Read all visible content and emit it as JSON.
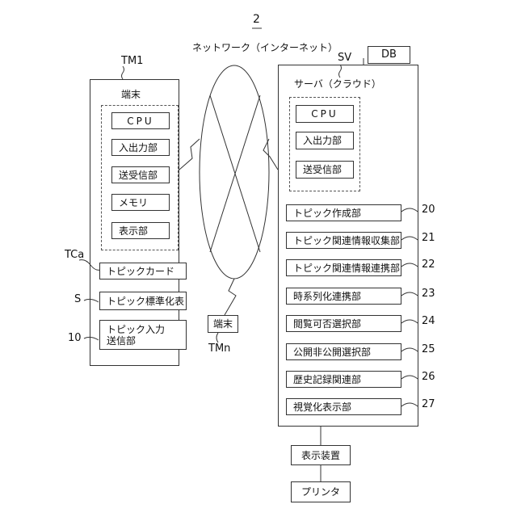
{
  "figure_number": "2",
  "network_label": "ネットワーク（インターネット）",
  "terminal1": {
    "ref": "TM1",
    "title": "端末",
    "components": [
      "CPU",
      "入出力部",
      "送受信部",
      "メモリ",
      "表示部"
    ],
    "topic_card": {
      "ref": "TCa",
      "label": "トピックカード"
    },
    "standard_table": {
      "ref": "S",
      "label": "トピック標準化表"
    },
    "input_unit": {
      "ref": "10",
      "label_line1": "トピック入力",
      "label_line2": "送信部"
    }
  },
  "terminal_n": {
    "ref": "TMn",
    "label": "端末"
  },
  "server": {
    "ref": "SV",
    "db_label": "DB",
    "title": "サーバ（クラウド）",
    "components": [
      "CPU",
      "入出力部",
      "送受信部"
    ],
    "units": [
      {
        "ref": "20",
        "label": "トピック作成部"
      },
      {
        "ref": "21",
        "label": "トピック関連情報収集部"
      },
      {
        "ref": "22",
        "label": "トピック関連情報連携部"
      },
      {
        "ref": "23",
        "label": "時系列化連携部"
      },
      {
        "ref": "24",
        "label": "閲覧可否選択部"
      },
      {
        "ref": "25",
        "label": "公開非公開選択部"
      },
      {
        "ref": "26",
        "label": "歴史記録関連部"
      },
      {
        "ref": "27",
        "label": "視覚化表示部"
      }
    ]
  },
  "display_device": "表示装置",
  "printer": "プリンタ"
}
